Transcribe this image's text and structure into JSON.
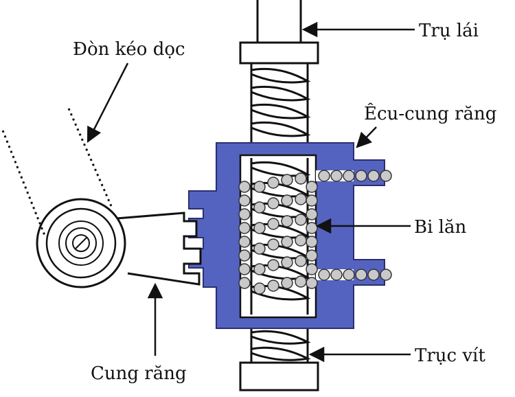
{
  "labels": {
    "steering_column": "Trụ lái",
    "nut_gear_rack": "Êcu-cung răng",
    "balls": "Bi lăn",
    "worm_shaft": "Trục vít",
    "drag_link": "Đòn kéo dọc",
    "gear_sector": "Cung răng"
  },
  "colors": {
    "housing": "#5563c0",
    "housing_outline": "#2a2f6e",
    "ball": "#c9c9c9",
    "line": "#111111"
  }
}
